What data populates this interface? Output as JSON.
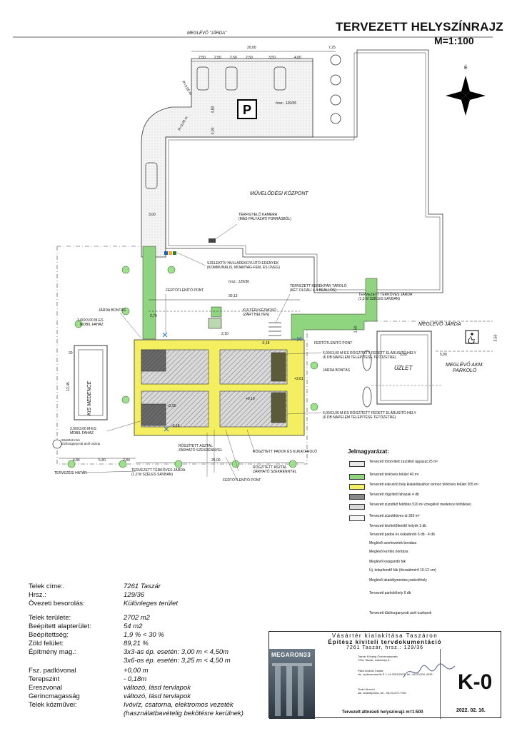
{
  "title": {
    "line1": "TERVEZETT HELYSZÍNRAJZ",
    "line2": "M=1:100"
  },
  "labels": {
    "meglevo_jarda_top": "MEGLÉVŐ \"JÁRDA\"",
    "meglevo_jarda_right": "MEGLÉVŐ JÁRDA",
    "muvelodesi": "MŰVELŐDÉSI KÖZPONT",
    "kamera": "TÉRFIGYELŐ KAMERA\n(MÁS PÁLYÁZATI FORRÁSBÓL)",
    "szelektiv": "SZELEKTÍV HULLADÉKGYŰJTŐ EDÉNYEK\n(KOMMUNÁLIS, MŰANYAG-FÉM, ÉS ÜVEG)",
    "hrsz": "hrsz.: 129/36",
    "hrsz_top": "hrsz.: 129/35",
    "fertotlenito": "FERTŐTLENÍTŐ PONT",
    "kerekpar": "TERVEZETT KERÉKPÁR TÁROLÓ\n(KÉT OLDALI 4-4 BEÁLLÓS)",
    "terkoves_jarda_15": "TERVEZETT TÉRKÖVES JÁRDA\n(1,5 M SZÉLES SÁVBAN)",
    "jarda_bontas": "JÁRDA BONTÁS",
    "kulteri": "KÜLTÉRI KÉZMOSÓ\n(ZÁRT HELYEN)",
    "mobil_fahaz_top": "3,00X3,00 M-ES\nMOBIL FAHÁZ",
    "mobil_fahaz_bottom": "3,00X3,00 M-ES\nMOBIL FAHÁZ",
    "elarusito_top": "6,00X3,00 M-ES RÖGZÍTETT FEDETT ELÁRUSÍTÓ HELY\n(6 DB NAPELEM TELEPÍTÉSE TETŐZETRE)",
    "elarusito_bottom": "6,00X3,00 M-ES RÖGZÍTETT FEDETT ELÁRUSÍTÓ HELY\n(6 DB NAPELEM TELEPÍTÉSE TETŐZETRE)",
    "jarda_bontas_right": "JÁRDA BONTÁS",
    "uzlet": "ÜZLET",
    "parkolo_akm": "MEGLÉVŐ AKM.\nPARKOLÓ",
    "kis_medence": "KIS MEDENCE",
    "oszlop": "60x60x5 mm\ntűzihorganyzott acél oszlop",
    "rogzitett_asztal_1": "RÖGZÍTETT ASZTAL\nZÁRHATÓ SZEKRÉNNYEL",
    "rogzitett_asztal_2": "RÖGZÍTETT ASZTAL\nZÁRHATÓ SZEKRÉNNYEL",
    "rogzitett_padok": "RÖGZÍTETT PADOK ÉS KUKATÁROLÓ",
    "terkoves_jarda_12": "TERVEZETT TÉRKÖVES JÁRDA\n(1,2 M SZÉLES SÁVBAN)",
    "tervezesi_hatar": "TERVEZÉSI HATÁR",
    "fertotlenito_bottom": "FERTŐTLENÍTŐ PONT",
    "fertotlenito_right": "FERTŐTLENÍTŐ PONT",
    "north": "É",
    "dims": {
      "d2000": "20,00",
      "d725": "7,25",
      "d250a": "2,50",
      "d250b": "2,50",
      "d250c": "2,50",
      "d250d": "2,50",
      "d350": "3,50",
      "d400": "4,00",
      "d480": "4,80",
      "d300a": "3,00",
      "d300b": "3,00",
      "r300a": "R=3,00 m",
      "r300b": "R=3,00 m",
      "d3013": "30,13",
      "d2500": "25,00",
      "d500a": "5,00",
      "d500b": "5,00",
      "d350b": "3,50",
      "d150": "1,50",
      "d1245": "12,45",
      "d486": "4,86",
      "d540": "5,40",
      "d280": "2,80",
      "d2": "20",
      "d270": "2,70",
      "d210": "2,10",
      "d018a": "-0,18",
      "d018b": "-0,18",
      "d361": "+3,61",
      "d255": "+2,55",
      "d010": "+0,10"
    }
  },
  "legend": {
    "title": "Jelmagyarázat:",
    "items": [
      {
        "text": "Tervezett tömörített zúzottkő ágyazat 25 m²",
        "color": "#e8e8e8"
      },
      {
        "text": "Tervezett térkövés felület 40 m²",
        "color": "#8fd47e"
      },
      {
        "text": "Tervezett elárusító hely kialakításához tartozó térkövés felület 205 m²",
        "color": "#f3ef60"
      },
      {
        "text": "Tervezett rögzített faházak 4 db",
        "color": "#8a8a8a"
      },
      {
        "text": "Tervezett zúzottkő feltöltés 520 m² (meglévő medence feltöltése)",
        "color": "#d8d8d8"
      },
      {
        "text": "Tervezett zúzottköves út 365 m²",
        "color": "#f5f5f5"
      },
      {
        "text": "Tervezett kézfertőtlenítő helyek 3 db",
        "color": ""
      },
      {
        "text": "Tervezett padok és kukatároló 6 db - 4 db",
        "color": ""
      },
      {
        "text": "Meglévő szerkezetek bontása",
        "color": ""
      },
      {
        "text": "Meglévő kerítés bontása",
        "color": ""
      },
      {
        "text": "Meglévő kivágandó fák",
        "color": ""
      },
      {
        "text": "Új, telepítendő fák (törzsátmérő 10-12 cm)",
        "color": ""
      },
      {
        "text": "Meglévő akadálymentes parkolóhely",
        "color": ""
      },
      {
        "text": "Tervezett parkolóhely 6 db",
        "color": ""
      },
      {
        "text": "Tervezett tűzihorganyzott acél oszlopok",
        "color": ""
      }
    ]
  },
  "info": [
    {
      "label": "Telek címe:.",
      "value": "7261 Taszár"
    },
    {
      "label": "Hrsz.:",
      "value": "129/36"
    },
    {
      "label": "Övezeti besorolás:",
      "value": "Különleges terület"
    },
    {
      "label": "Telek területe:",
      "value": "2702 m2"
    },
    {
      "label": "Beépített alapterület:",
      "value": "54 m2"
    },
    {
      "label": "Beépítettség:",
      "value": "1,9 % < 30 %"
    },
    {
      "label": "Zöld felület:",
      "value": "89,21 %"
    },
    {
      "label": "Építmény mag.:",
      "value": "3x3-as ép. esetén: 3,00 m < 4,50m"
    },
    {
      "label": "",
      "value": "3x6-os ép. esetén: 3,25 m < 4,50 m"
    },
    {
      "label": "Fsz. padlóvonal",
      "value": "+0,00 m"
    },
    {
      "label": "Terepszint",
      "value": "- 0,18m"
    },
    {
      "label": "Ereszvonal",
      "value": "változó, lásd tervlapok"
    },
    {
      "label": "Gerincmagasság",
      "value": "változó, lásd tervlapok"
    },
    {
      "label": "Telek közművei:",
      "value": "Ivóvíz, csatorna, elektromos vezeték"
    },
    {
      "label": "",
      "value": "(használatbavételig bekötésre kerülnek)"
    }
  ],
  "titleblock": {
    "h1": "Vásártér kialakítása Taszáron",
    "h2": "Építész kiviteli tervdokumentáció",
    "h3": "7261 Taszár, hrsz.: 129/36",
    "brand": "MEGARON33",
    "client": "Taszár Község Önkormányzata\n7261 Taszár, Lakótelep 8.",
    "designer": "Pákó András Csaba\nokl. építészmérnök É 1 14-0293/2023, tel.: 06-20/310-4033",
    "contributor": "Óvári Nimród\nokl. belsőépítész, tel.: 06-20-297-7931",
    "code": "K-0",
    "date": "2022. 02. 16.",
    "sheet": "Tervezett áttnézeti helyszínrajz m=1:500"
  }
}
